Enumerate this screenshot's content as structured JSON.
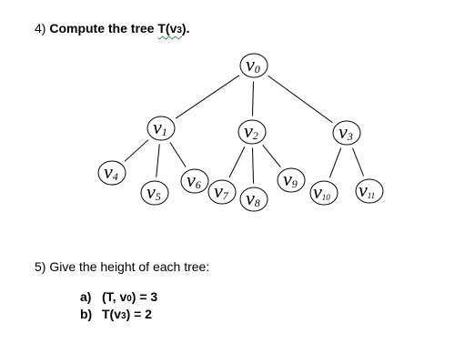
{
  "question4": {
    "number": "4)",
    "text": "Compute the tree ",
    "tree_ref": "T(v",
    "tree_sub": "3",
    "tail": ")."
  },
  "tree": {
    "nodes": [
      {
        "id": "v0",
        "letter": "v",
        "sub": "0"
      },
      {
        "id": "v1",
        "letter": "v",
        "sub": "1"
      },
      {
        "id": "v2",
        "letter": "v",
        "sub": "2"
      },
      {
        "id": "v3",
        "letter": "v",
        "sub": "3"
      },
      {
        "id": "v4",
        "letter": "v",
        "sub": "4"
      },
      {
        "id": "v5",
        "letter": "v",
        "sub": "5"
      },
      {
        "id": "v6",
        "letter": "v",
        "sub": "6"
      },
      {
        "id": "v7",
        "letter": "v",
        "sub": "7"
      },
      {
        "id": "v8",
        "letter": "v",
        "sub": "8"
      },
      {
        "id": "v9",
        "letter": "v",
        "sub": "9"
      },
      {
        "id": "v10",
        "letter": "v",
        "sub": "10"
      },
      {
        "id": "v11",
        "letter": "v",
        "sub": "11"
      }
    ],
    "edges": [
      [
        "v0",
        "v1"
      ],
      [
        "v0",
        "v2"
      ],
      [
        "v0",
        "v3"
      ],
      [
        "v1",
        "v4"
      ],
      [
        "v1",
        "v5"
      ],
      [
        "v1",
        "v6"
      ],
      [
        "v2",
        "v7"
      ],
      [
        "v2",
        "v8"
      ],
      [
        "v2",
        "v9"
      ],
      [
        "v3",
        "v10"
      ],
      [
        "v3",
        "v11"
      ]
    ]
  },
  "question5": {
    "text": "5) Give the height of each tree:"
  },
  "answers": [
    {
      "label": "a)",
      "text": "(T, v",
      "sub": "0",
      "tail": ") = 3"
    },
    {
      "label": "b)",
      "text": "T(v",
      "sub": "3",
      "tail": ") = 2"
    }
  ]
}
